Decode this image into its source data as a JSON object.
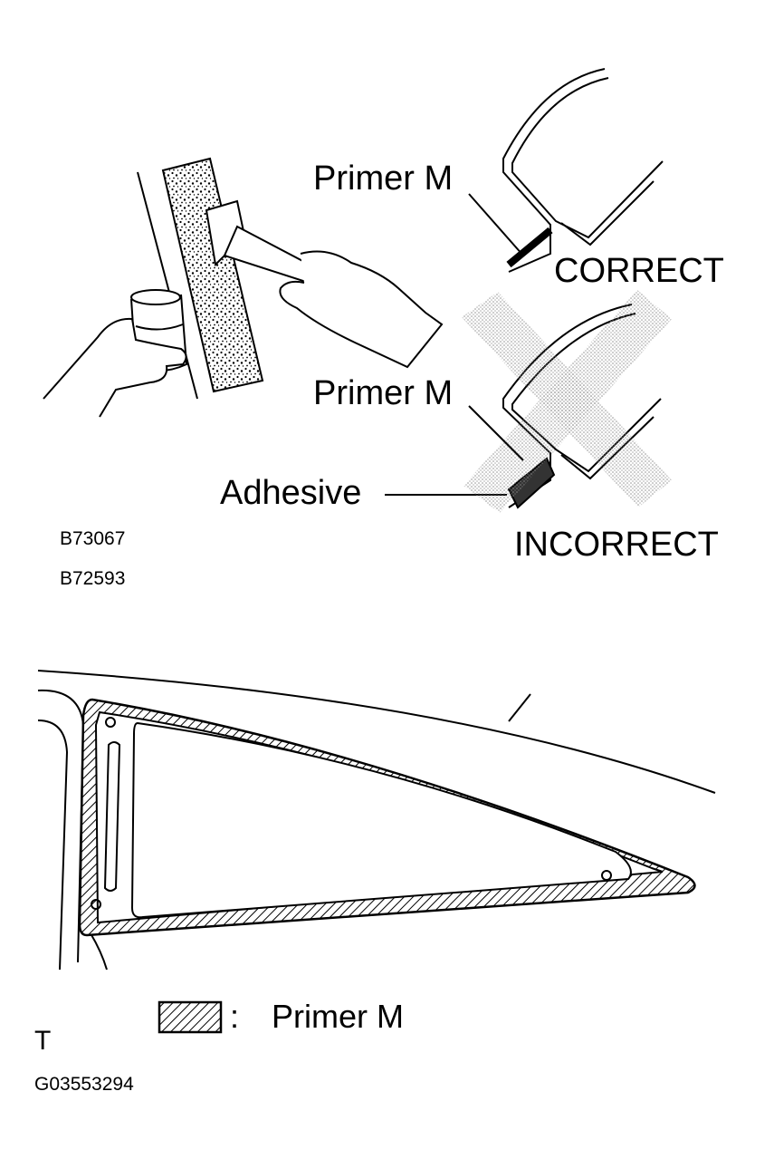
{
  "top": {
    "correct": {
      "label": "Primer M",
      "status": "CORRECT"
    },
    "incorrect": {
      "label": "Primer M",
      "adhesive": "Adhesive",
      "status": "INCORRECT"
    },
    "codes": [
      "B73067",
      "B72593"
    ]
  },
  "bottom": {
    "legend_symbol": "diagonal-hatch-swatch",
    "legend_separator": ":",
    "legend_label": "Primer M",
    "corner_mark": "T",
    "code": "G03553294"
  }
}
